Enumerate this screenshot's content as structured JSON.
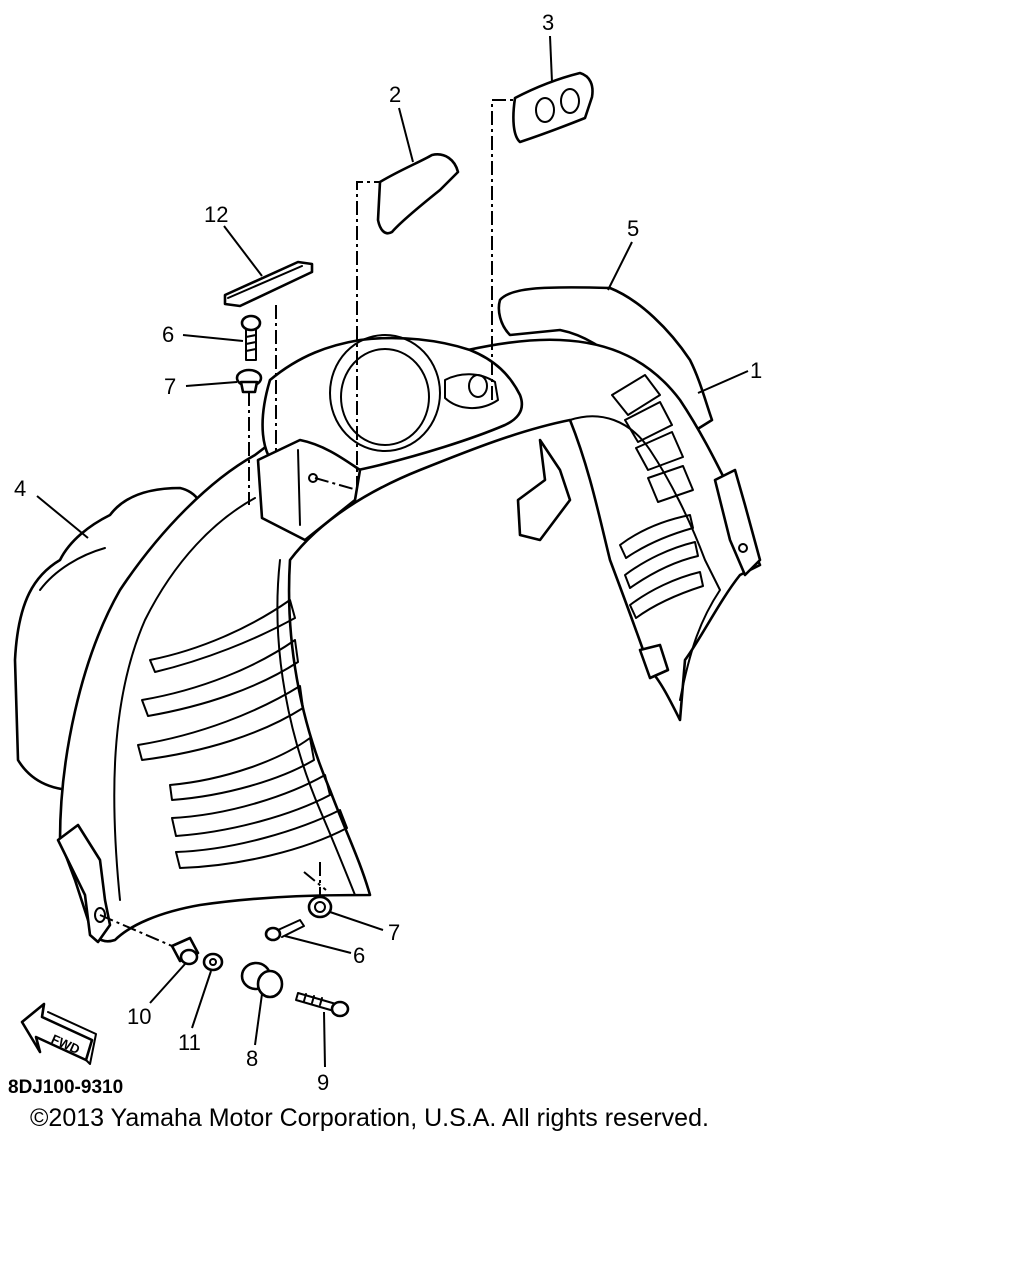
{
  "diagram": {
    "callouts": [
      "1",
      "2",
      "3",
      "4",
      "5",
      "6",
      "7",
      "6",
      "7",
      "8",
      "9",
      "10",
      "11",
      "12"
    ],
    "fwd_label": "FWD",
    "doc_code": "8DJ100-9310",
    "copyright": "©2013 Yamaha Motor Corporation, U.S.A. All rights reserved."
  }
}
